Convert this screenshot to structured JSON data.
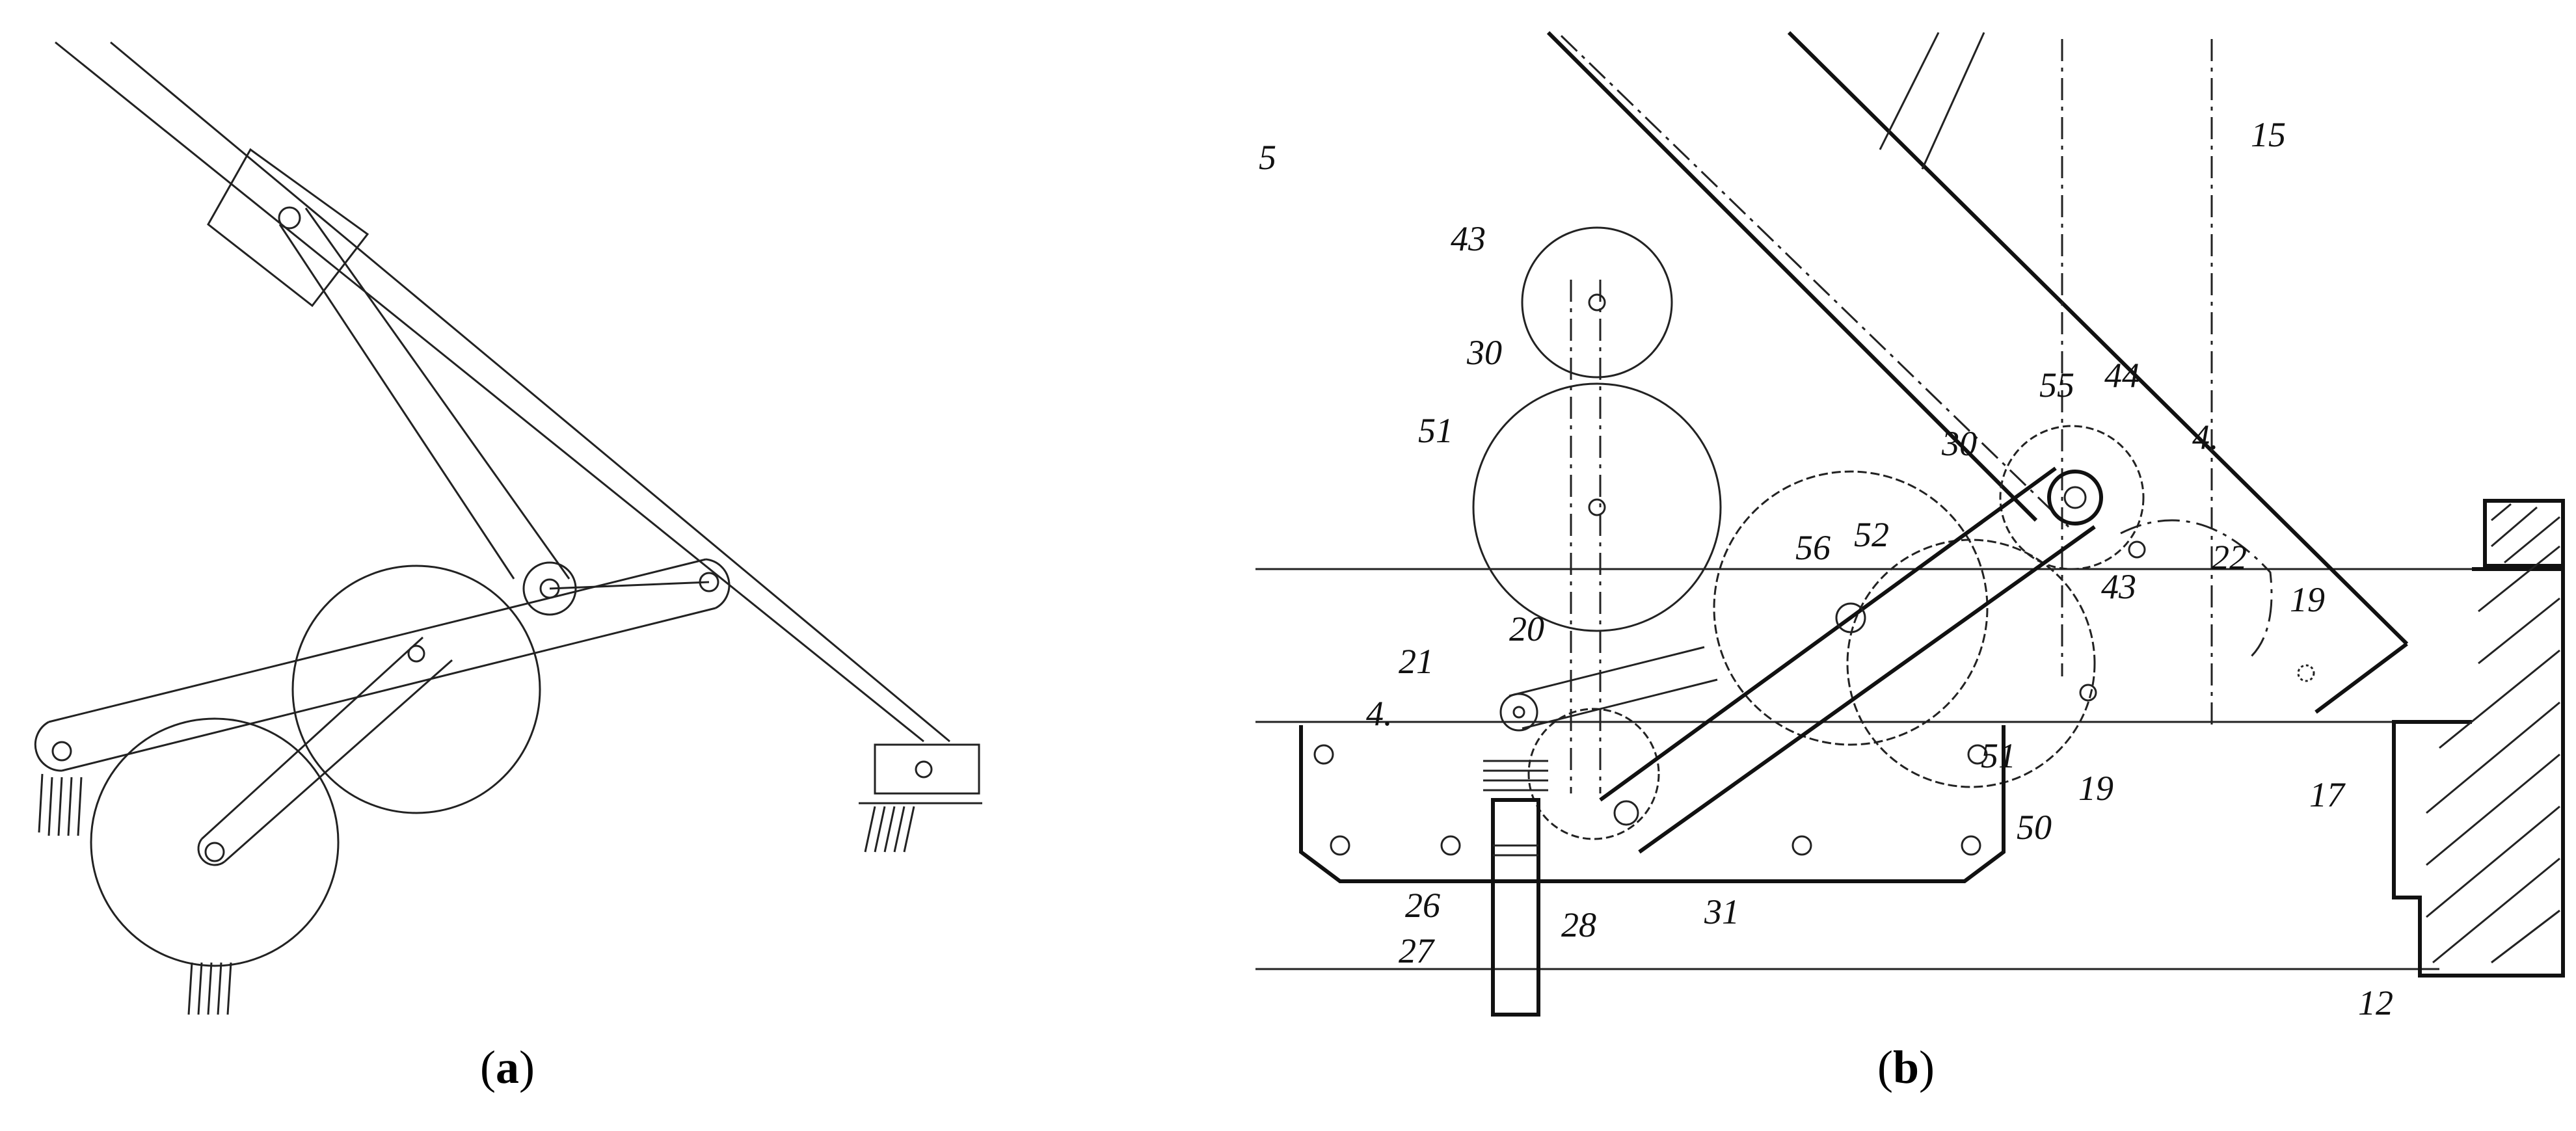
{
  "panel_a": {
    "caption_open": "(",
    "caption_letter": "a",
    "caption_close": ")"
  },
  "panel_b": {
    "caption_open": "(",
    "caption_letter": "b",
    "caption_close": ")",
    "fig_fragment": "5",
    "labels": {
      "l15": "15",
      "l43_top": "43",
      "l30_top": "30",
      "l51_left": "51",
      "l55": "55",
      "l44": "44",
      "l4_top": "4.",
      "l30_mid": "30",
      "l56": "56",
      "l52": "52",
      "l22": "22",
      "l19_right": "19",
      "l43_mid": "43",
      "l20": "20",
      "l21": "21",
      "l4_left": "4.",
      "l19_mid": "19",
      "l51_right": "51",
      "l50": "50",
      "l17": "17",
      "l26": "26",
      "l28": "28",
      "l31": "31",
      "l27": "27",
      "l12": "12"
    }
  }
}
